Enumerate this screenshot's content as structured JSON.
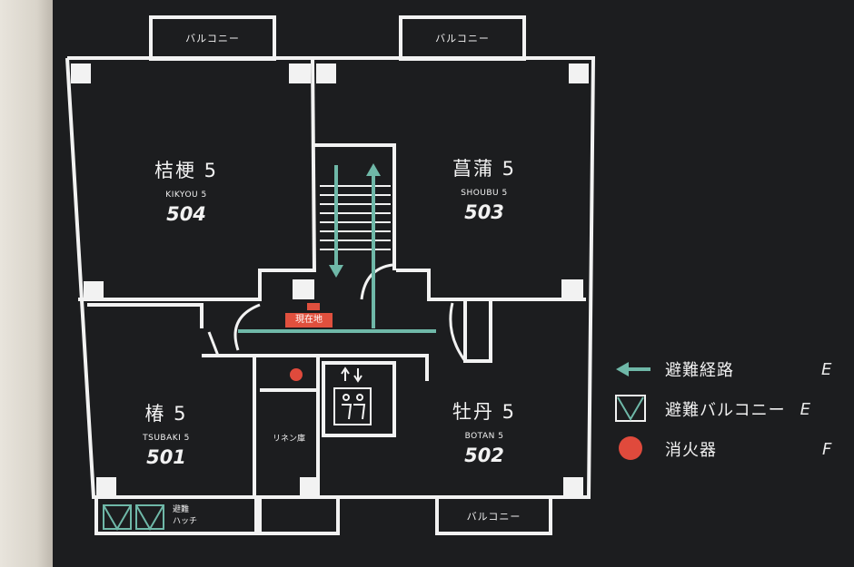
{
  "balcony_label": "バルコニー",
  "rooms": [
    {
      "id": "kikyou",
      "name": "桔梗",
      "floor": "5",
      "roman": "KIKYOU 5",
      "number": "504"
    },
    {
      "id": "shoubu",
      "name": "菖蒲",
      "floor": "5",
      "roman": "SHOUBU 5",
      "number": "503"
    },
    {
      "id": "tsubaki",
      "name": "椿",
      "floor": "5",
      "roman": "TSUBAKI 5",
      "number": "501"
    },
    {
      "id": "botan",
      "name": "牡丹",
      "floor": "5",
      "roman": "BOTAN 5",
      "number": "502"
    }
  ],
  "current_location": "現在地",
  "linen_room": "リネン庫",
  "evac_hatch": [
    "避難",
    "ハッチ"
  ],
  "legend": [
    {
      "icon": "evacuation-route-arrow-icon",
      "label": "避難経路",
      "cut_text": "E"
    },
    {
      "icon": "evacuation-balcony-icon",
      "label": "避難バルコニー",
      "cut_text": "E"
    },
    {
      "icon": "fire-extinguisher-dot-icon",
      "label": "消火器",
      "cut_text": "F"
    }
  ],
  "colors": {
    "route": "#6fb8a8",
    "extinguisher": "#e04a3c",
    "current_location": "#e0503e",
    "lines": "#f2f2f2"
  }
}
